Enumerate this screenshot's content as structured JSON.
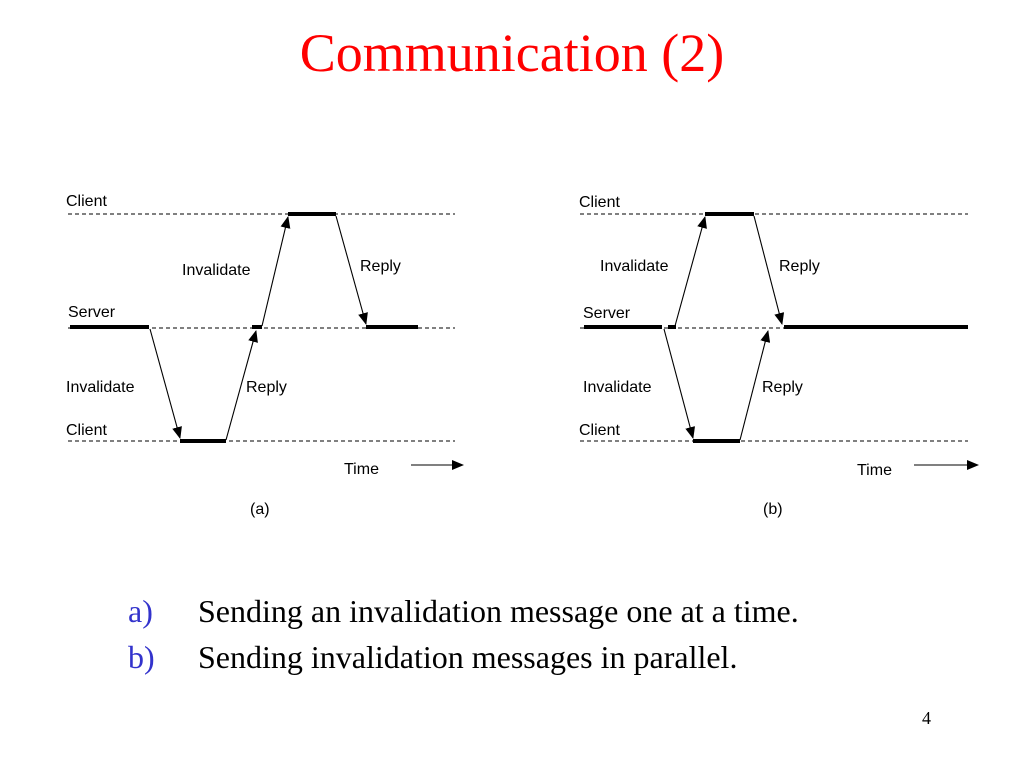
{
  "title": "Communication (2)",
  "diagrams": [
    {
      "caption": "(a)",
      "labels": {
        "client_top": "Client",
        "server": "Server",
        "client_bottom": "Client",
        "invalidate_upper": "Invalidate",
        "reply_upper": "Reply",
        "invalidate_lower": "Invalidate",
        "reply_lower": "Reply",
        "time": "Time"
      }
    },
    {
      "caption": "(b)",
      "labels": {
        "client_top": "Client",
        "server": "Server",
        "client_bottom": "Client",
        "invalidate_upper": "Invalidate",
        "reply_upper": "Reply",
        "invalidate_lower": "Invalidate",
        "reply_lower": "Reply",
        "time": "Time"
      }
    }
  ],
  "bullets": [
    {
      "marker": "a)",
      "text": "Sending an invalidation message one at a time."
    },
    {
      "marker": "b)",
      "text": "Sending invalidation messages in parallel."
    }
  ],
  "page_number": "4",
  "colors": {
    "title": "#ff0000",
    "bullet_marker": "#3333cc"
  }
}
